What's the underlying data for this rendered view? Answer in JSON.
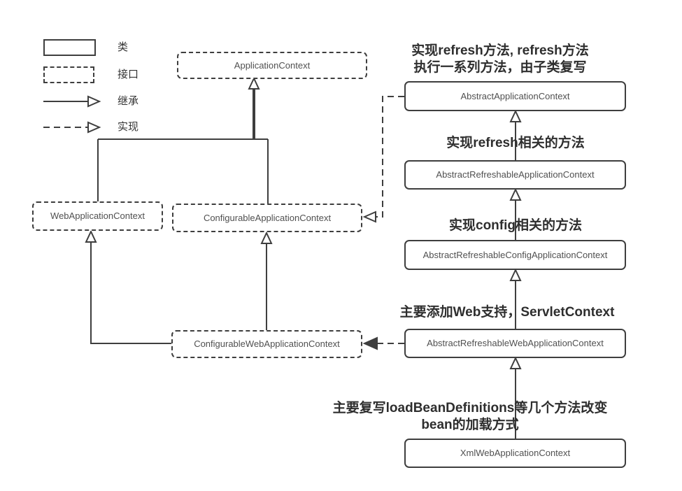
{
  "legend": {
    "class_label": "类",
    "interface_label": "接口",
    "inheritance_label": "继承",
    "implementation_label": "实现"
  },
  "nodes": {
    "application_context": "ApplicationContext",
    "web_application_context": "WebApplicationContext",
    "configurable_application_context": "ConfigurableApplicationContext",
    "configurable_web_application_context": "ConfigurableWebApplicationContext",
    "abstract_application_context": "AbstractApplicationContext",
    "abstract_refreshable_application_context": "AbstractRefreshableApplicationContext",
    "abstract_refreshable_config_application_context": "AbstractRefreshableConfigApplicationContext",
    "abstract_refreshable_web_application_context": "AbstractRefreshableWebApplicationContext",
    "xml_web_application_context": "XmlWebApplicationContext"
  },
  "annotations": {
    "refresh_overwrite_line1": "实现refresh方法, refresh方法",
    "refresh_overwrite_line2": "执行一系列方法，由子类复写",
    "refresh_related": "实现refresh相关的方法",
    "config_related": "实现config相关的方法",
    "web_support": "主要添加Web支持，ServletContext",
    "load_bean_line1": "主要复写loadBeanDefinitions等几个方法改变",
    "load_bean_line2": "bean的加载方式"
  },
  "colors": {
    "line": "#3e3e3e",
    "box_border": "#3e3e3e",
    "box_text": "#505050",
    "annotation_text": "#2e2e2e",
    "background": "#ffffff"
  }
}
